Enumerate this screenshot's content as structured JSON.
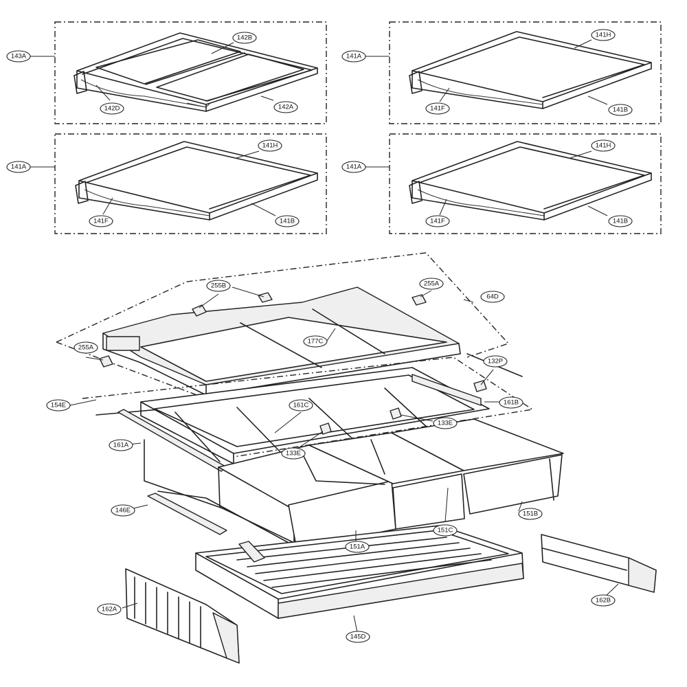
{
  "callouts": {
    "c143A": "143A",
    "c142B": "142B",
    "c142D": "142D",
    "c142A": "142A",
    "c141A_tr": "141A",
    "c141H_tr": "141H",
    "c141F_tr": "141F",
    "c141B_tr": "141B",
    "c141A_ml": "141A",
    "c141H_ml": "141H",
    "c141F_ml": "141F",
    "c141B_ml": "141B",
    "c141A_mr": "141A",
    "c141H_mr": "141H",
    "c141F_mr": "141F",
    "c141B_mr": "141B",
    "c255B": "255B",
    "c255A_top": "255A",
    "c64D": "64D",
    "c255A_left": "255A",
    "c177C": "177C",
    "c132P": "132P",
    "c154E": "154E",
    "c161C": "161C",
    "c161B": "161B",
    "c133E_r": "133E",
    "c161A": "161A",
    "c133E_l": "133E",
    "c146E": "146E",
    "c151C": "151C",
    "c151B": "151B",
    "c151A": "151A",
    "c162A": "162A",
    "c162B": "162B",
    "c145D": "145D"
  }
}
